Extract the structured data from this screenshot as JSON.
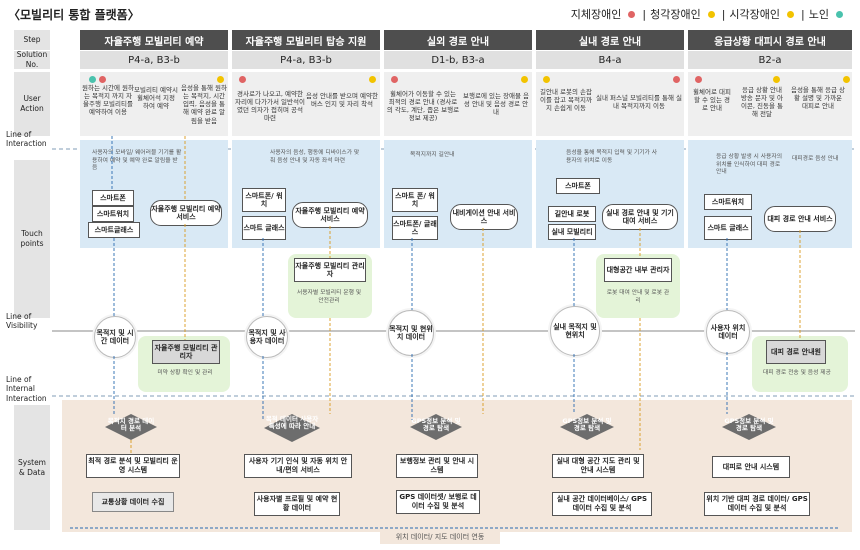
{
  "title": "〈모빌리티 통합 플랫폼〉",
  "legend": [
    {
      "label": "지체장애인",
      "color": "#e06464"
    },
    {
      "label": "청각장애인",
      "color": "#f2c300"
    },
    {
      "label": "시각장애인",
      "color": "#f2c300"
    },
    {
      "label": "노인",
      "color": "#4ac2ad"
    }
  ],
  "legend_sep": "|",
  "rows": {
    "step": "Step",
    "solution": "Solution No.",
    "user_action": "User Action",
    "touch_points": "Touch points",
    "system_data": "System & Data"
  },
  "lines": {
    "interaction": "Line of Interaction",
    "visibility": "Line of Visibility",
    "internal": "Line of Internal Interaction"
  },
  "columns": [
    {
      "step": "자율주행 모빌리티 예약",
      "solution": "P4-a, B3-b"
    },
    {
      "step": "자율주행 모빌리티 탑승 지원",
      "solution": "P4-a, B3-b"
    },
    {
      "step": "실외 경로 안내",
      "solution": "D1-b, B3-a"
    },
    {
      "step": "실내 경로 안내",
      "solution": "B4-a"
    },
    {
      "step": "응급상황 대피시 경로 안내",
      "solution": "B2-a"
    }
  ],
  "user_actions": {
    "c1": [
      "원하는 시간에 원하는 목적지 까지 자율주행 모빌리티를 예약하여 이용",
      "모빌리티 예약시 휠체어석 지정 하여 예약",
      "음성을 통해 원하는 목적지, 시간 입력, 음성을 통해 예약 완료 알림을 받음"
    ],
    "c2": [
      "경사로가 나오고, 예약한 자리에 다가가서 일반석이였던 의자가 접히며 공석 마련",
      "음성 안내를 받으며 예약한 버스 인지 및 자리 착석"
    ],
    "c3": [
      "휠체어가 이동할 수 있는 최적의 경로 안내 (경사로의 각도, 계단, 좁은 보행로 정보 제공)",
      "보행로에 있는 장애물 음성 안내 및 음성 경로 안내"
    ],
    "c4": [
      "길안내 로봇의 손잡이를 잡고 목적지까지 손쉽게 이동",
      "실내 퍼스널 모빌리티를 통해 실내 목적지까지 이동"
    ],
    "c5": [
      "휠체어로 대피할 수 있는 경로 안내",
      "응급 상황 안내 방송 문자 및 아이콘, 진동을 통해 전달",
      "음성을 통해 응급 상황 설명 및 가까운 대피로 안내"
    ]
  },
  "touch": {
    "c1": {
      "note": "사용자의 모바일/ 웨어러블 기기를 활용하여 예약 및 예약 완료 알림을 받음",
      "devices": [
        "스마트폰",
        "스마트워치",
        "스마트글래스"
      ],
      "service": "자율주행 모빌리티 예약 서비스"
    },
    "c2": {
      "note": "사용자의 음성, 행동에 디바이스가 맞춰 음성 안내 및 자동 좌석 마련",
      "devices": [
        "스마트폰/ 워치",
        "스마트 글래스"
      ],
      "service": "자율주행 모빌리티 예약 서비스",
      "manager": "자율주행 모빌리티 관리자",
      "manager_note": "서용자별 모빌리티 운행 및 안전관리"
    },
    "c3": {
      "note": "목적지까지 길안내",
      "devices": [
        "스마트 폰/ 워치",
        "스마트폰/ 글래스"
      ],
      "service": "내비게이션 안내 서비스"
    },
    "c4": {
      "note": "음성을 통해 목적지 입력 및 기기가 사용자의 위치로 이동",
      "devices": [
        "스마트폰",
        "길안내 로봇",
        "실내 모빌리티"
      ],
      "service": "실내 경로 안내 및 기기대여 서비스",
      "manager": "대형공간 내부 관리자",
      "manager_note": "로봇 대여 안내 및 로봇 관리"
    },
    "c5": {
      "note": "응급 상황 발생 시 사용자의 위치를 인식하여 대피 경로 안내",
      "note2": "대피경로 음성 안내",
      "devices": [
        "스마트워치",
        "스마트 글래스"
      ],
      "service": "대피 경로 안내 서비스"
    }
  },
  "visibility": {
    "c1": "목적지 및 시간 데이터",
    "c2": "목적지 및 사용자 데이터",
    "c3": "목적지 및 현위치 데이터",
    "c4": "실내 목적지 및 현위치",
    "c5": "사용자 위치 데이터",
    "manager1": "자율주행 모빌리티 관리자",
    "manager1_note": "미약 상황 확인 및 관리",
    "manager5": "대피 경로 안내원",
    "manager5_note": "대피 경로 전송 및 음성 제공"
  },
  "system": {
    "c1": {
      "diamond": "목적지 경로 데이터 분석",
      "box1": "최적 경로 분석 및 모빌리티 운영 시스템",
      "box2": "교통상황 데이터 수집"
    },
    "c2": {
      "diamond": "목적 데이터 사용자 특성에 따라 안내",
      "box1": "사용자 기기 인식 및 자동 위치 안내/편의 서비스",
      "box2": "사용자별 프로필 및 예약 현황 데이터"
    },
    "c3": {
      "diamond": "GPS정보 분석 및 경로 탐색",
      "box1": "보행정보 관리 및 안내 시스템",
      "box2": "GPS 데이터셋/ 보행로 데이터 수집 및 분석"
    },
    "c4": {
      "diamond": "GPS정보 분석 및 경로 탐색",
      "box1": "실내 대형 공간 지도 관리 및 안내 시스템",
      "box2": "실내 공간 데이터베이스/ GPS 데이터 수집 및 분석"
    },
    "c5": {
      "diamond": "GPS정보 분석 및 경로 탐색",
      "box1": "대피로 안내 시스템",
      "box2": "위치 기반 대피 경로 데이터/ GPS 데이터 수집 및 분석"
    }
  },
  "footer": "위치 데이터/ 지도 데이터 연동"
}
